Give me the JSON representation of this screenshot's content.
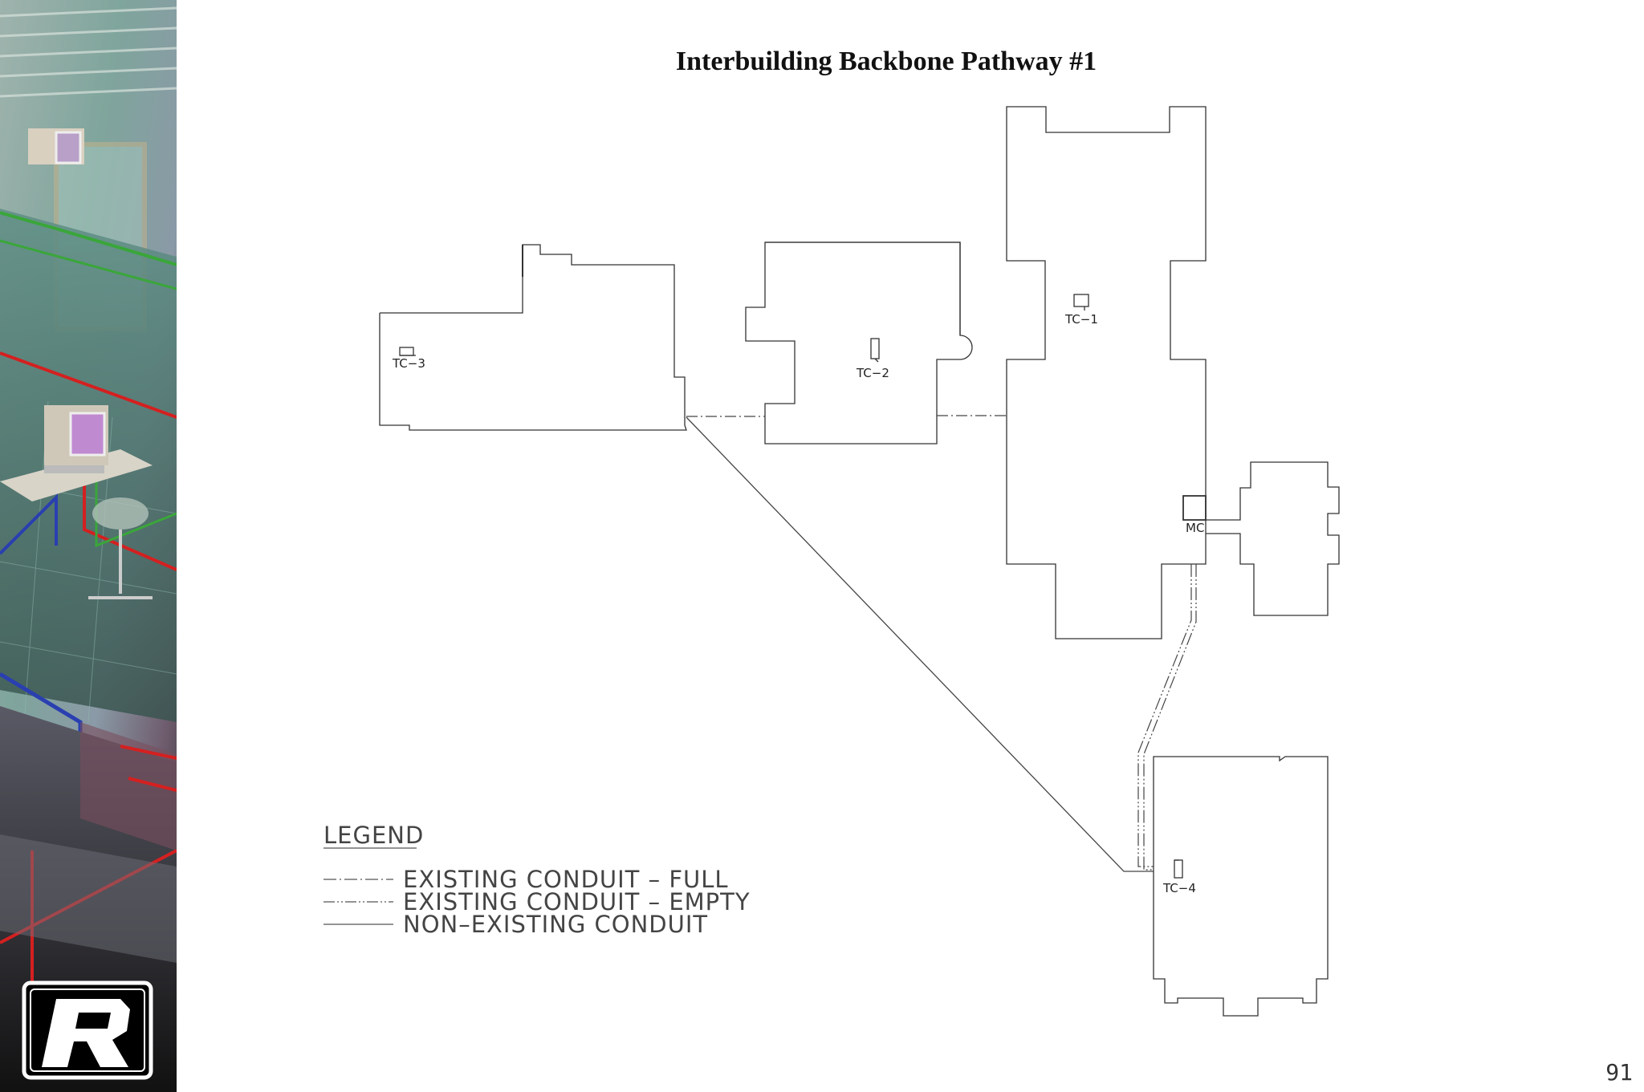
{
  "slide": {
    "title": "Interbuilding Backbone Pathway #1",
    "page_number": "91"
  },
  "sidebar": {
    "logo_letter": "R",
    "image_description_name": "network-office-illustration"
  },
  "diagram": {
    "rooms": {
      "tc1": "TC−1",
      "tc2": "TC−2",
      "tc3": "TC−3",
      "tc4": "TC−4",
      "mc": "MC"
    }
  },
  "legend": {
    "title": "LEGEND",
    "items": [
      {
        "label": "EXISTING  CONDUIT  –  FULL",
        "style": "dash-dot"
      },
      {
        "label": "EXISTING  CONDUIT  –  EMPTY",
        "style": "dash-dot-dot"
      },
      {
        "label": "NON–EXISTING  CONDUIT",
        "style": "solid"
      }
    ]
  },
  "colors": {
    "line": "#333333",
    "conduit": "#555555",
    "accent_red": "#d42020",
    "accent_green": "#3aa63a",
    "accent_blue": "#2a3fb0"
  }
}
